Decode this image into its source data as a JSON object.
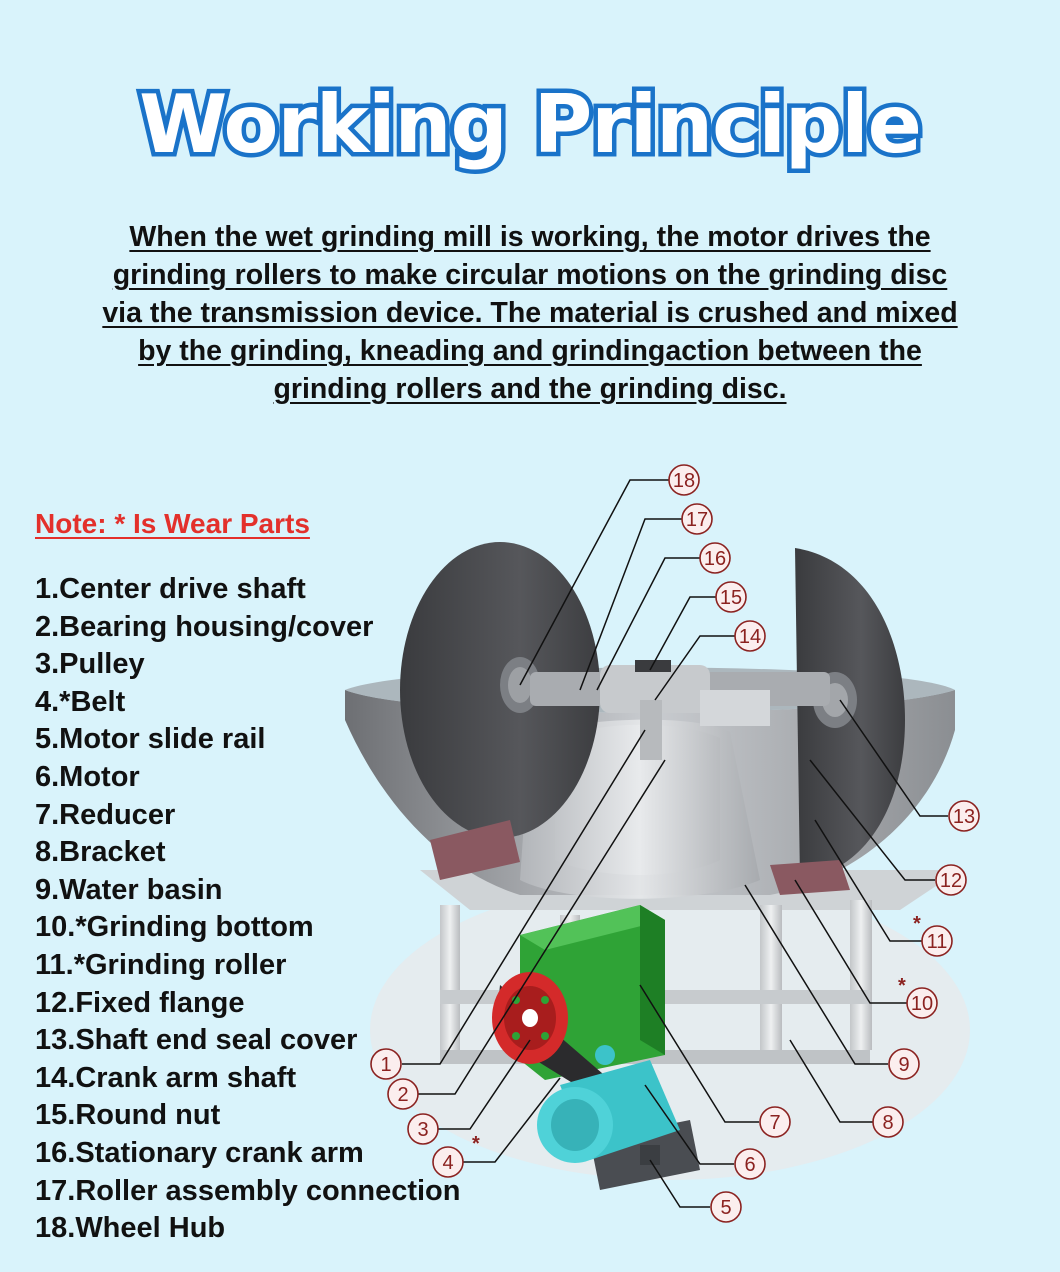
{
  "title": "Working Principle",
  "intro": "When the wet grinding mill is working, the motor drives the grinding rollers to make circular motions on the grinding disc via the transmission device. The material is crushed and mixed by the grinding, kneading and grindingaction between the grinding rollers and the grinding disc.",
  "note": "Note: * Is Wear Parts",
  "parts": [
    "1.Center drive shaft",
    "2.Bearing housing/cover",
    "3.Pulley",
    "4.*Belt",
    "5.Motor slide rail",
    "6.Motor",
    "7.Reducer",
    "8.Bracket",
    "9.Water basin",
    "10.*Grinding bottom",
    "11.*Grinding roller",
    "12.Fixed flange",
    "13.Shaft end seal cover",
    "14.Crank arm shaft",
    "15.Round nut",
    "16.Stationary crank arm",
    "17.Roller assembly connection",
    "18.Wheel Hub"
  ],
  "callouts": [
    "1",
    "2",
    "3",
    "4",
    "5",
    "6",
    "7",
    "8",
    "9",
    "10",
    "11",
    "12",
    "13",
    "14",
    "15",
    "16",
    "17",
    "18"
  ],
  "wear_mark": "*",
  "colors": {
    "background": "#d9f3fb",
    "title_fill": "#ffffff",
    "title_outline": "#1a73c9",
    "note": "#e3302b",
    "callout": "#8b2220",
    "motor": "#3cc3c9",
    "reducer": "#2fa336",
    "pulley": "#d42a2a"
  }
}
